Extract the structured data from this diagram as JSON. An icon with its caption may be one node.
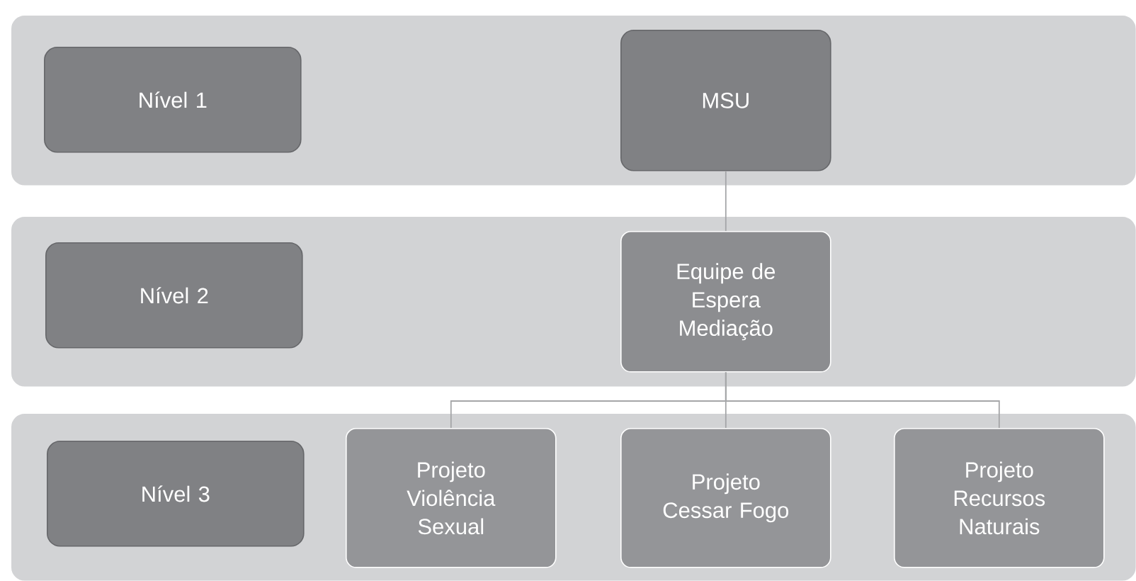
{
  "diagram": {
    "nodes": [
      {
        "text": [],
        "shape": "box"
      },
      {
        "text": [
          "Nível 1"
        ],
        "in": 0
      },
      {
        "text": [
          "MSU"
        ],
        "in": 0
      },
      {
        "text": [],
        "shape": "box"
      },
      {
        "text": [
          "Nível 2"
        ],
        "in": 3
      },
      {
        "text": [
          "Equipe de Espera Mediação"
        ],
        "in": 3
      },
      {
        "text": [],
        "shape": "box"
      },
      {
        "text": [
          "Nível 3"
        ],
        "in": 6
      },
      {
        "text": [
          "Projeto Violência Sexual"
        ],
        "in": 6
      },
      {
        "text": [
          "Projeto Cessar Fogo"
        ],
        "in": 6
      },
      {
        "text": [
          "Projeto Recursos Naturais"
        ],
        "in": 6
      }
    ],
    "edges": [
      {
        "from": 2,
        "to": 5,
        "arrow": "none"
      },
      {
        "from": 5,
        "to": 8,
        "arrow": "none"
      },
      {
        "from": 5,
        "to": 9,
        "arrow": "none"
      },
      {
        "from": 5,
        "to": 10,
        "arrow": "none"
      }
    ]
  }
}
